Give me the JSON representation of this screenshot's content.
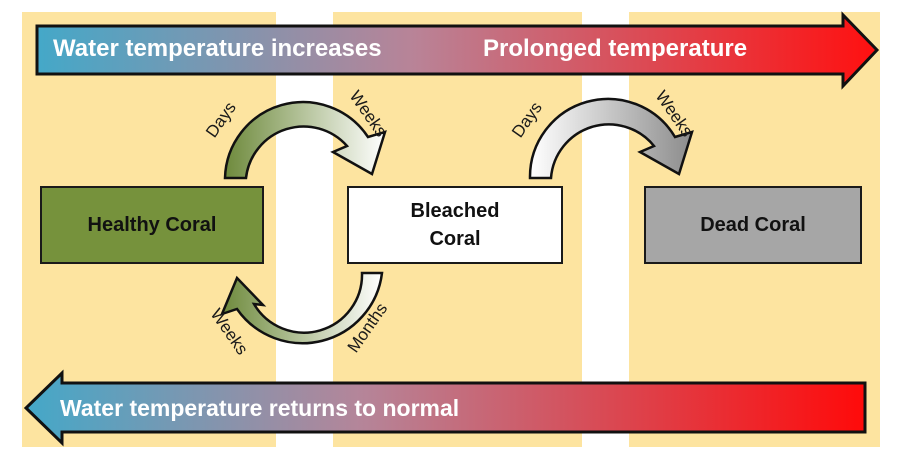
{
  "banners": {
    "top_left": "Water temperature increases",
    "top_right": "Prolonged temperature",
    "bottom": "Water temperature returns to normal"
  },
  "states": {
    "healthy": "Healthy Coral",
    "bleached_line1": "Bleached",
    "bleached_line2": "Coral",
    "dead": "Dead Coral"
  },
  "transitions": {
    "healthy_to_bleached": {
      "start": "Days",
      "end": "Weeks"
    },
    "bleached_to_dead": {
      "start": "Days",
      "end": "Weeks"
    },
    "bleached_to_healthy": {
      "start": "Months",
      "end": "Weeks"
    }
  },
  "colors": {
    "panel": "#fde4a0",
    "cool": "#44a8c8",
    "hot": "#ff1010",
    "healthy": "#76923c",
    "bleached": "#ffffff",
    "dead": "#a6a6a6"
  }
}
